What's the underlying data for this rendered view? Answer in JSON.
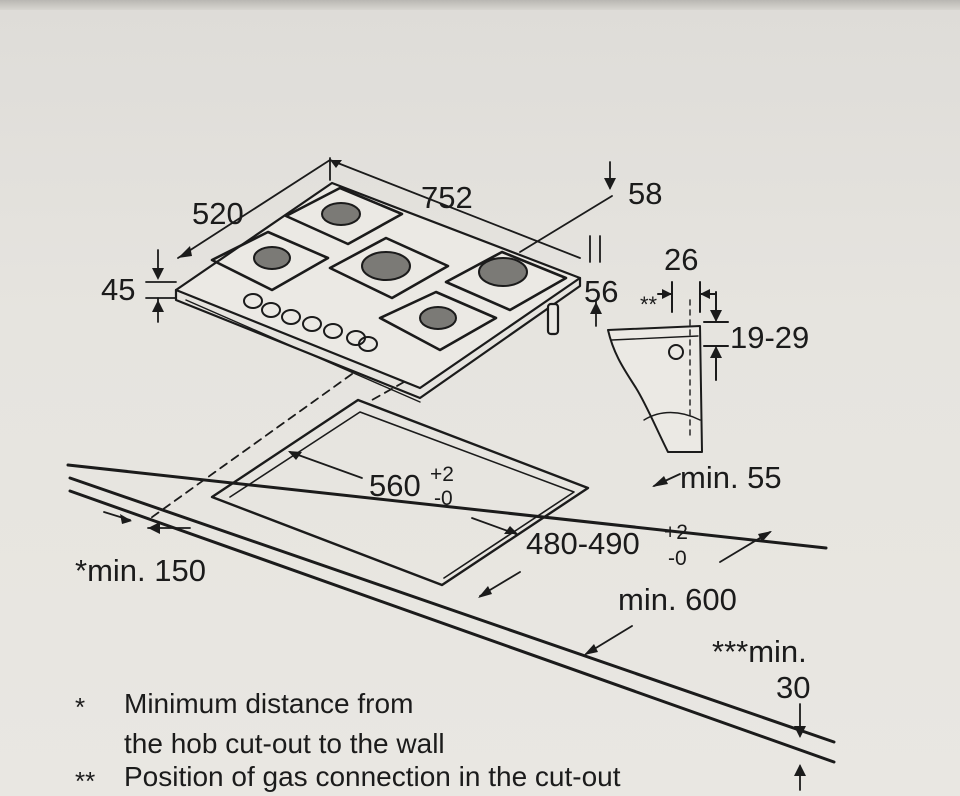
{
  "dimensions": {
    "width": "752",
    "depth": "520",
    "height_left": "45",
    "height_right": "58",
    "side_56": "56",
    "gas_26": "26",
    "gas_mark": "**",
    "gas_range": "19-29",
    "cutout_width_main": "560",
    "cutout_width_tol_plus": "+2",
    "cutout_width_tol_minus": "-0",
    "cutout_depth_main": "480-490",
    "cutout_depth_tol_plus": "+2",
    "cutout_depth_tol_minus": "-0",
    "min_55": "min. 55",
    "min_600": "min. 600",
    "min_150": "*min. 150",
    "min_30_line1": "***min.",
    "min_30_line2": "30"
  },
  "notes": [
    {
      "marker": "*",
      "line1": "Minimum distance from",
      "line2": "the hob cut-out to the wall"
    },
    {
      "marker": "**",
      "line1": "Position of gas connection in the cut-out"
    }
  ]
}
